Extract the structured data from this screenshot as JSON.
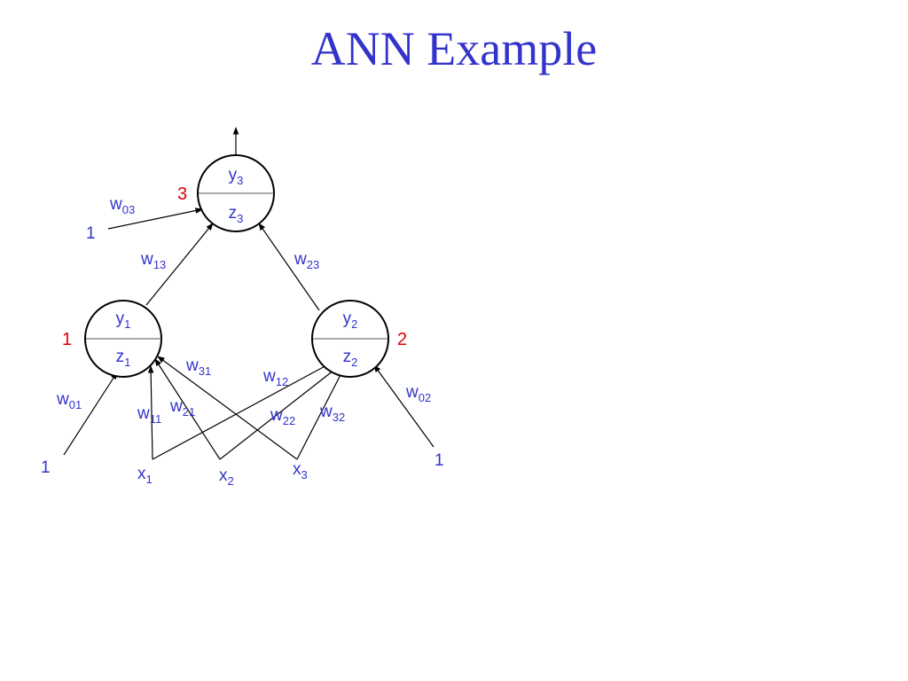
{
  "title": "ANN Example",
  "colors": {
    "text": "#3333cc",
    "node_id": "#e00000",
    "line": "#000000"
  },
  "nodes": {
    "n3": {
      "id": "3",
      "top": {
        "base": "y",
        "sub": "3"
      },
      "bottom": {
        "base": "z",
        "sub": "3"
      }
    },
    "n1": {
      "id": "1",
      "top": {
        "base": "y",
        "sub": "1"
      },
      "bottom": {
        "base": "z",
        "sub": "1"
      }
    },
    "n2": {
      "id": "2",
      "top": {
        "base": "y",
        "sub": "2"
      },
      "bottom": {
        "base": "z",
        "sub": "2"
      }
    }
  },
  "bias_inputs": {
    "to_n3": "1",
    "to_n1": "1",
    "to_n2": "1"
  },
  "inputs": {
    "x1": {
      "base": "x",
      "sub": "1"
    },
    "x2": {
      "base": "x",
      "sub": "2"
    },
    "x3": {
      "base": "x",
      "sub": "3"
    }
  },
  "weights": {
    "w03": {
      "base": "w",
      "sub": "03"
    },
    "w13": {
      "base": "w",
      "sub": "13"
    },
    "w23": {
      "base": "w",
      "sub": "23"
    },
    "w01": {
      "base": "w",
      "sub": "01"
    },
    "w02": {
      "base": "w",
      "sub": "02"
    },
    "w11": {
      "base": "w",
      "sub": "11"
    },
    "w21": {
      "base": "w",
      "sub": "21"
    },
    "w31": {
      "base": "w",
      "sub": "31"
    },
    "w12": {
      "base": "w",
      "sub": "12"
    },
    "w22": {
      "base": "w",
      "sub": "22"
    },
    "w32": {
      "base": "w",
      "sub": "32"
    }
  }
}
